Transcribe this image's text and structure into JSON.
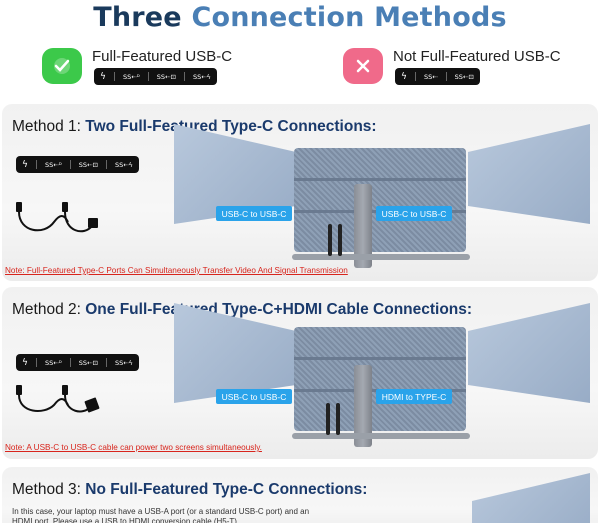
{
  "title": {
    "part1": "Three",
    "part2": "Connection Methods"
  },
  "legend": [
    {
      "label": "Full-Featured USB-C",
      "badge_color": "#3cc94a",
      "icon": "check-icon",
      "ports": [
        "ϟ",
        "SS⇠ᴰ",
        "SS⇠⊡",
        "SS⇠ϟ"
      ]
    },
    {
      "label": "Not Full-Featured USB-C",
      "badge_color": "#f06a8a",
      "icon": "close-icon",
      "ports": [
        "ϟ",
        "SS⇠",
        "SS⇠⊡"
      ]
    }
  ],
  "methods": [
    {
      "heading_prefix": "Method 1: ",
      "heading_bold": "Two Full-Featured Type-C Connections:",
      "ports": [
        "ϟ",
        "SS⇠ᴰ",
        "SS⇠⊡",
        "SS⇠ϟ"
      ],
      "tag_left": "USB-C to USB-C",
      "tag_right": "USB-C to USB-C",
      "note": "Note: Full-Featured Type-C Ports Can Simultaneously Transfer Video And Signal Transmission"
    },
    {
      "heading_prefix": "Method 2: ",
      "heading_bold": "One Full-Featured Type-C+HDMI Cable Connections:",
      "ports": [
        "ϟ",
        "SS⇠ᴰ",
        "SS⇠⊡",
        "SS⇠ϟ"
      ],
      "tag_left": "USB-C to USB-C",
      "tag_right": "HDMI to TYPE-C",
      "note": "Note: A USB-C to USB-C cable can power two screens simultaneously."
    },
    {
      "heading_prefix": "Method 3:  ",
      "heading_bold": "No Full-Featured Type-C Connections:",
      "description": "In this case, your laptop must have a USB-A port (or a standard USB-C port) and an HDMI port. Please use a USB to HDMI conversion cable (H5-T)"
    }
  ],
  "colors": {
    "title_dark": "#1a3a5c",
    "title_accent": "#4a7fb5",
    "tag_blue": "#2aa3ea",
    "note_red": "#d8251d"
  }
}
